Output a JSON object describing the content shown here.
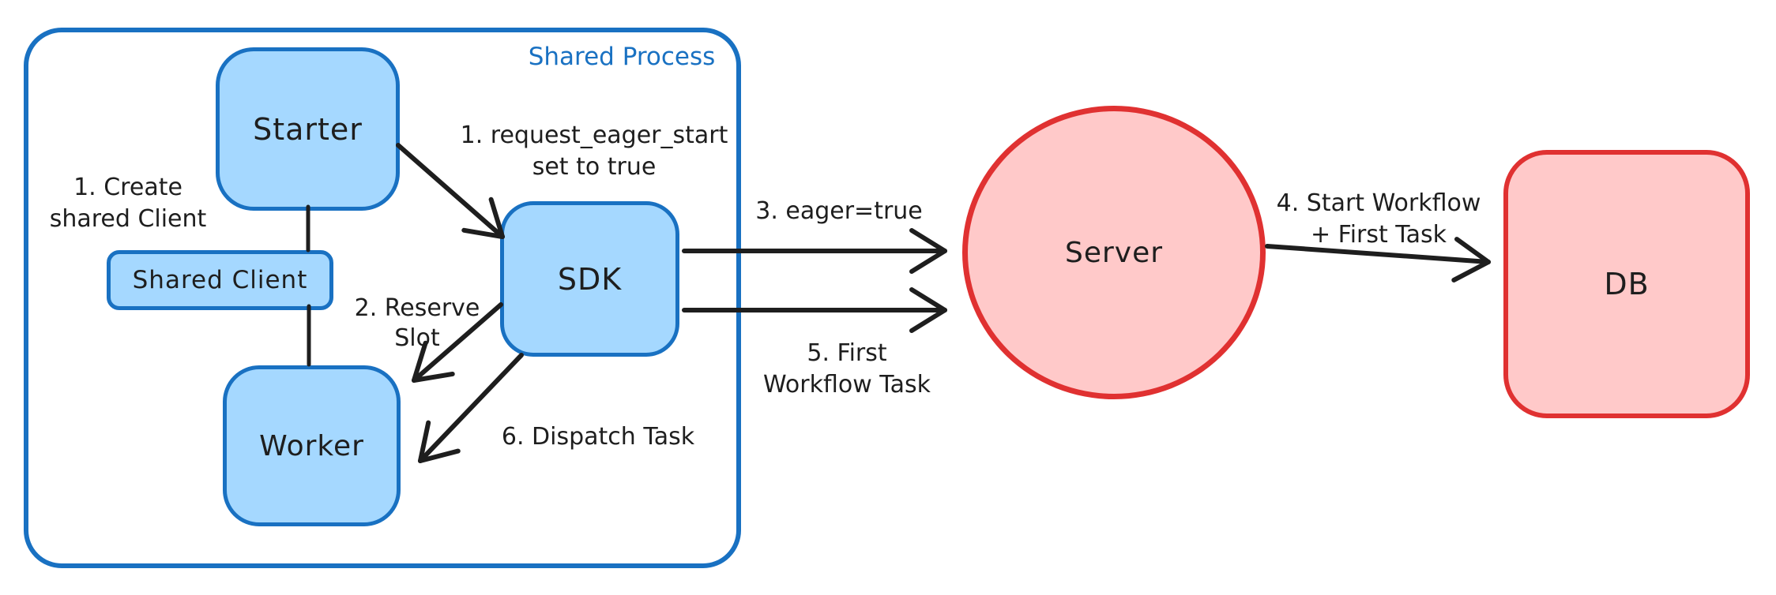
{
  "container": {
    "label": "Shared Process"
  },
  "nodes": {
    "starter": {
      "label": "Starter"
    },
    "shared_client": {
      "label": "Shared Client"
    },
    "worker": {
      "label": "Worker"
    },
    "sdk": {
      "label": "SDK"
    },
    "server": {
      "label": "Server"
    },
    "db": {
      "label": "DB"
    }
  },
  "annotations": {
    "create_shared_client": {
      "line1": "1. Create",
      "line2": "shared Client"
    },
    "request_eager_start": {
      "line1": "1. request_eager_start",
      "line2": "set to true"
    },
    "reserve_slot": {
      "line1": "2. Reserve",
      "line2": "Slot"
    },
    "eager_true": {
      "label": "3. eager=true"
    },
    "start_workflow_first_task": {
      "line1": "4. Start Workflow",
      "line2": "+ First Task"
    },
    "first_workflow_task": {
      "line1": "5. First",
      "line2": "Workflow Task"
    },
    "dispatch_task": {
      "label": "6. Dispatch Task"
    }
  },
  "colors": {
    "blue_stroke": "#1971c2",
    "blue_fill": "#a5d8ff",
    "red_stroke": "#e03131",
    "red_fill": "#ffc9c9",
    "ink": "#1e1e1e",
    "background": "#ffffff"
  }
}
